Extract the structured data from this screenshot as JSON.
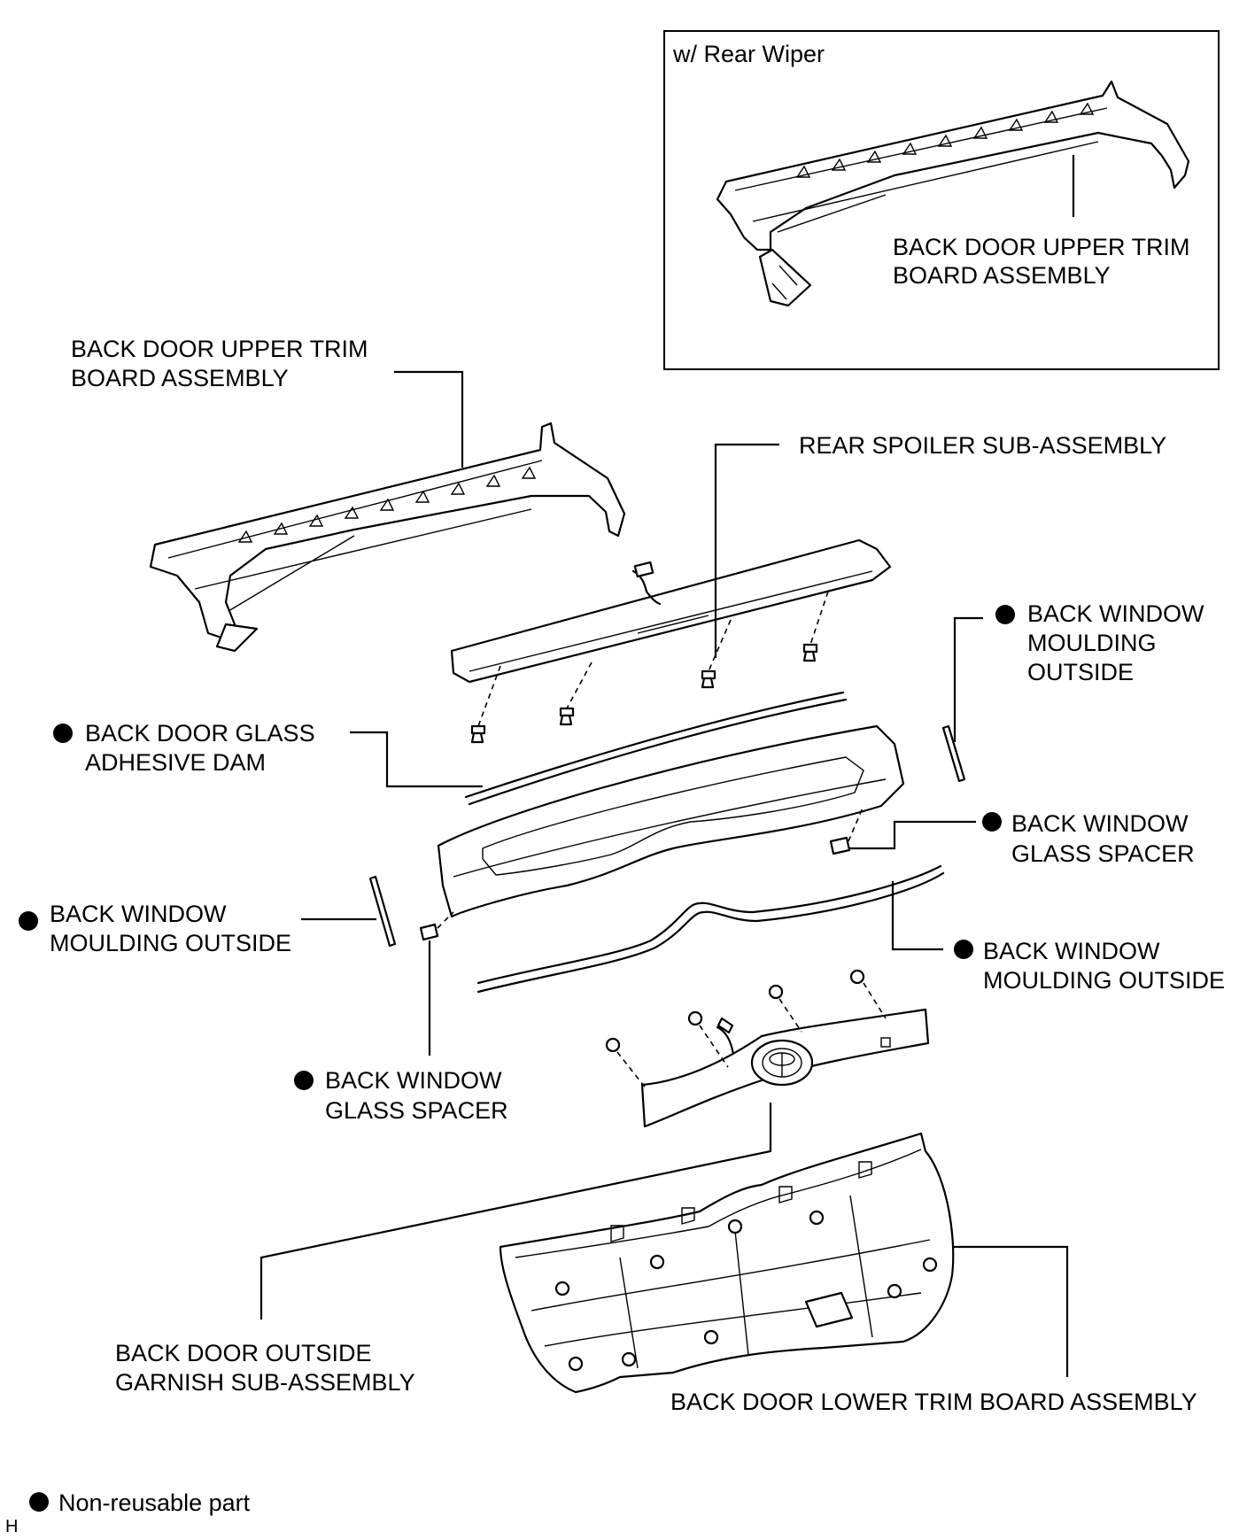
{
  "inset": {
    "title": "w/ Rear Wiper",
    "label_line1": "BACK DOOR UPPER TRIM",
    "label_line2": "BOARD ASSEMBLY"
  },
  "labels": {
    "upper_trim": [
      "BACK DOOR UPPER TRIM",
      "BOARD ASSEMBLY"
    ],
    "rear_spoiler": [
      "REAR SPOILER SUB-ASSEMBLY"
    ],
    "moulding_right_top": [
      "BACK WINDOW",
      "MOULDING",
      "OUTSIDE"
    ],
    "adhesive_dam": [
      "BACK DOOR GLASS",
      "ADHESIVE DAM"
    ],
    "spacer_right": [
      "BACK WINDOW",
      "GLASS SPACER"
    ],
    "moulding_left": [
      "BACK WINDOW",
      "MOULDING OUTSIDE"
    ],
    "moulding_lower_right": [
      "BACK WINDOW",
      "MOULDING OUTSIDE"
    ],
    "spacer_left": [
      "BACK WINDOW",
      "GLASS SPACER"
    ],
    "outside_garnish": [
      "BACK DOOR OUTSIDE",
      "GARNISH SUB-ASSEMBLY"
    ],
    "lower_trim": [
      "BACK DOOR LOWER TRIM BOARD ASSEMBLY"
    ]
  },
  "legend": {
    "text": "Non-reusable part"
  },
  "corner_code": "H",
  "non_reusable_marker": "filled-circle"
}
